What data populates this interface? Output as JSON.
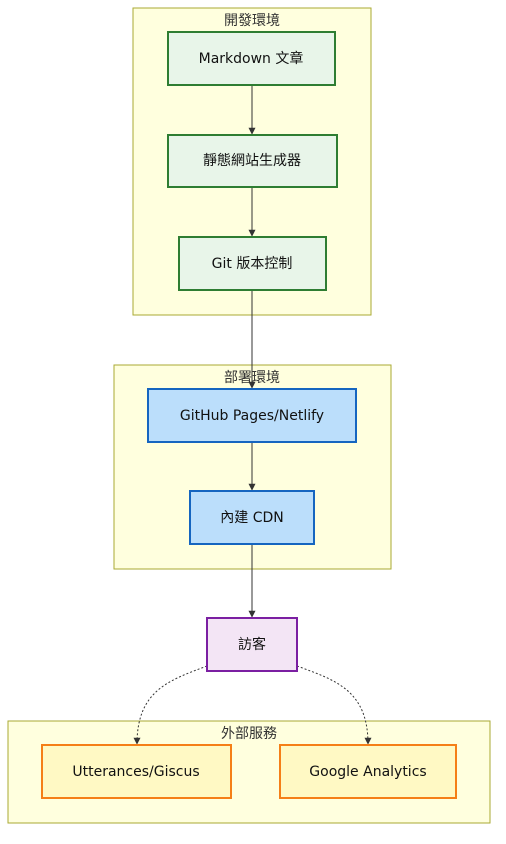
{
  "clusters": {
    "dev": {
      "label": "開發環境"
    },
    "deploy": {
      "label": "部署環境"
    },
    "external": {
      "label": "外部服務"
    }
  },
  "nodes": {
    "markdown": {
      "label": "Markdown 文章"
    },
    "ssg": {
      "label": "靜態網站生成器"
    },
    "git": {
      "label": "Git 版本控制"
    },
    "pages": {
      "label": "GitHub Pages/Netlify"
    },
    "cdn": {
      "label": "內建 CDN"
    },
    "visitor": {
      "label": "訪客"
    },
    "comments": {
      "label": "Utterances/Giscus"
    },
    "analytics": {
      "label": "Google Analytics"
    }
  },
  "edges": [
    {
      "from": "markdown",
      "to": "ssg",
      "style": "solid"
    },
    {
      "from": "ssg",
      "to": "git",
      "style": "solid"
    },
    {
      "from": "git",
      "to": "pages",
      "style": "solid"
    },
    {
      "from": "pages",
      "to": "cdn",
      "style": "solid"
    },
    {
      "from": "cdn",
      "to": "visitor",
      "style": "solid"
    },
    {
      "from": "visitor",
      "to": "comments",
      "style": "dotted"
    },
    {
      "from": "visitor",
      "to": "analytics",
      "style": "dotted"
    }
  ],
  "colors": {
    "cluster_fill": "#ffffde",
    "cluster_border": "#aaaa33",
    "dev_fill": "#e8f5e9",
    "dev_border": "#2e7d32",
    "deploy_fill": "#bbdefb",
    "deploy_border": "#1565c0",
    "visitor_fill": "#f3e5f5",
    "visitor_border": "#7b1fa2",
    "external_fill": "#fff9c4",
    "external_border": "#f57f17",
    "edge": "#333333"
  }
}
